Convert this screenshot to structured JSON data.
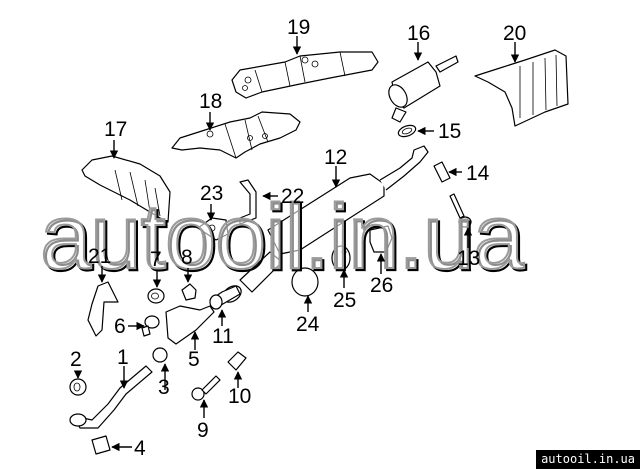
{
  "diagram": {
    "title": "Exhaust system parts diagram",
    "watermark": "autooil.in.ua",
    "caption": "autooil.in.ua",
    "callouts": [
      {
        "id": "1",
        "label": "1"
      },
      {
        "id": "2",
        "label": "2"
      },
      {
        "id": "3",
        "label": "3"
      },
      {
        "id": "4",
        "label": "4"
      },
      {
        "id": "5",
        "label": "5"
      },
      {
        "id": "6",
        "label": "6"
      },
      {
        "id": "7",
        "label": "7"
      },
      {
        "id": "8",
        "label": "8"
      },
      {
        "id": "9",
        "label": "9"
      },
      {
        "id": "10",
        "label": "10"
      },
      {
        "id": "11",
        "label": "11"
      },
      {
        "id": "12",
        "label": "12"
      },
      {
        "id": "13",
        "label": "13"
      },
      {
        "id": "14",
        "label": "14"
      },
      {
        "id": "15",
        "label": "15"
      },
      {
        "id": "16",
        "label": "16"
      },
      {
        "id": "17",
        "label": "17"
      },
      {
        "id": "18",
        "label": "18"
      },
      {
        "id": "19",
        "label": "19"
      },
      {
        "id": "20",
        "label": "20"
      },
      {
        "id": "21",
        "label": "21"
      },
      {
        "id": "22",
        "label": "22"
      },
      {
        "id": "23",
        "label": "23"
      },
      {
        "id": "24",
        "label": "24"
      },
      {
        "id": "25",
        "label": "25"
      },
      {
        "id": "26",
        "label": "26"
      }
    ]
  }
}
